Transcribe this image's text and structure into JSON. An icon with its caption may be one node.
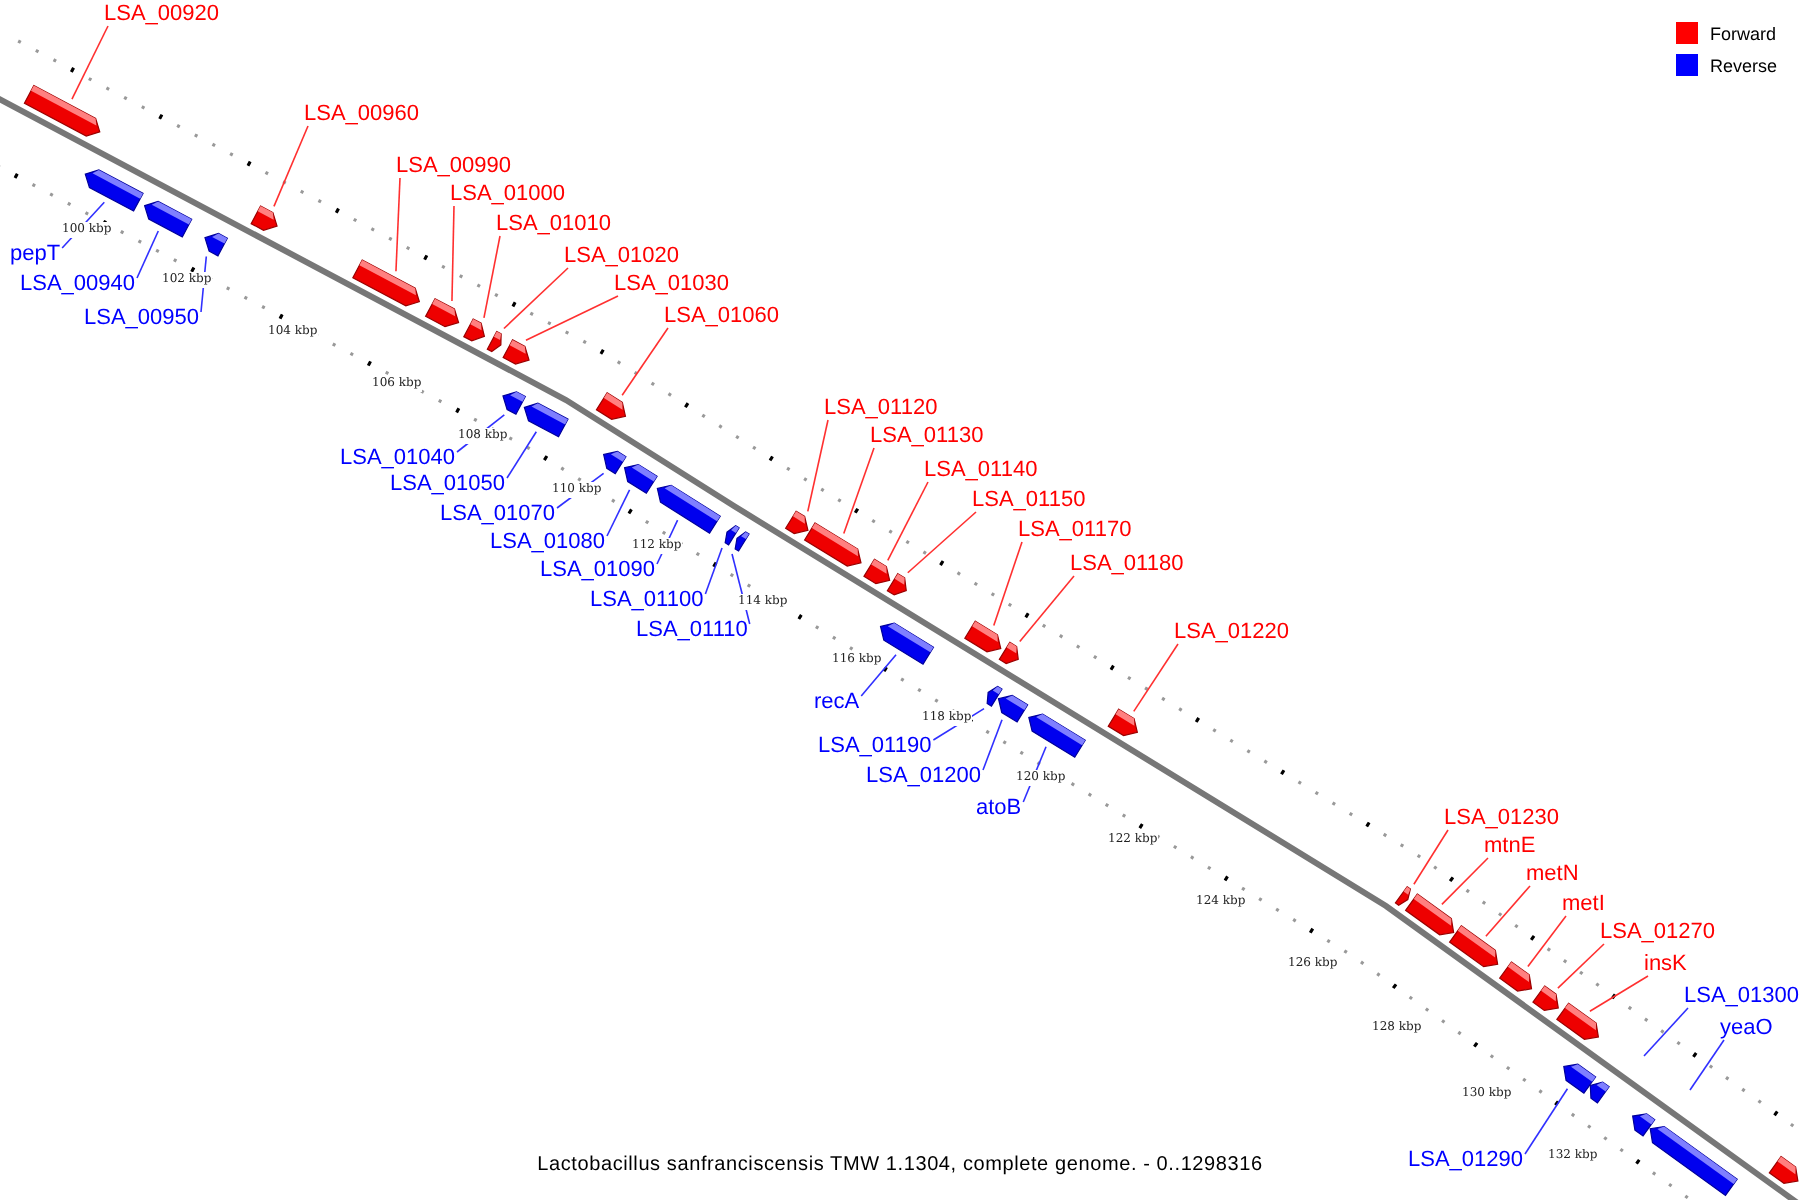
{
  "diagram": {
    "caption": "Lactobacillus sanfranciscensis TMW 1.1304, complete genome. - 0..1298316",
    "nodes": [
      {
        "text": [],
        "shape": "bar"
      },
      {
        "text": [],
        "shape": "bar"
      },
      {
        "text": [],
        "shape": "bar"
      },
      {
        "text": [],
        "shape": "bar"
      },
      {
        "text": [],
        "shape": "bar"
      },
      {
        "text": [],
        "shape": "bar"
      },
      {
        "text": [],
        "shape": "bar"
      },
      {
        "text": [],
        "shape": "bar"
      },
      {
        "text": [],
        "shape": "bar"
      },
      {
        "text": [],
        "shape": "bar"
      },
      {
        "text": [],
        "shape": "bar"
      },
      {
        "text": [],
        "shape": "bar"
      },
      {
        "text": [],
        "shape": "bar"
      },
      {
        "text": [],
        "shape": "bar"
      },
      {
        "text": [],
        "shape": "bar"
      },
      {
        "text": [],
        "shape": "bar"
      },
      {
        "text": [],
        "shape": "bar"
      },
      {
        "text": [],
        "shape": "bar"
      },
      {
        "text": [],
        "shape": "bar"
      },
      {
        "text": [],
        "shape": "bar"
      },
      {
        "text": [],
        "shape": "bar"
      },
      {
        "text": [],
        "shape": "bar"
      },
      {
        "text": [],
        "shape": "bar"
      },
      {
        "text": [],
        "shape": "bar"
      },
      {
        "text": [],
        "shape": "bar"
      },
      {
        "text": [],
        "shape": "bar"
      },
      {
        "text": [],
        "shape": "bar"
      },
      {
        "text": [],
        "shape": "bar"
      },
      {
        "text": [],
        "shape": "bar"
      },
      {
        "text": [],
        "shape": "bar"
      },
      {
        "text": [],
        "shape": "bar"
      },
      {
        "text": [],
        "shape": "bar"
      },
      {
        "text": [],
        "shape": "bar"
      },
      {
        "text": [],
        "shape": "bar"
      },
      {
        "text": [],
        "shape": "bar"
      },
      {
        "text": [],
        "shape": "bar"
      },
      {
        "text": [],
        "shape": "bar"
      },
      {
        "text": [],
        "shape": "bar"
      },
      {
        "text": [],
        "shape": "bar"
      },
      {
        "text": [],
        "shape": "bar"
      },
      {
        "text": [
          "LSA_00920"
        ]
      },
      {
        "text": [
          "LSA_00960"
        ]
      },
      {
        "text": [
          "LSA_00990"
        ]
      },
      {
        "text": [
          "LSA_01000"
        ]
      },
      {
        "text": [
          "LSA_01010"
        ]
      },
      {
        "text": [
          "LSA_01020"
        ]
      },
      {
        "text": [
          "LSA_01030"
        ]
      },
      {
        "text": [
          "LSA_01060"
        ]
      },
      {
        "text": [
          "LSA_01120"
        ]
      },
      {
        "text": [
          "LSA_01130"
        ]
      },
      {
        "text": [
          "LSA_01140"
        ]
      },
      {
        "text": [
          "LSA_01150"
        ]
      },
      {
        "text": [
          "LSA_01170"
        ]
      },
      {
        "text": [
          "LSA_01180"
        ]
      },
      {
        "text": [
          "LSA_01220"
        ]
      },
      {
        "text": [
          "LSA_01230"
        ]
      },
      {
        "text": [
          "mtnE"
        ]
      },
      {
        "text": [
          "metN"
        ]
      },
      {
        "text": [
          "metI"
        ]
      },
      {
        "text": [
          "LSA_01270"
        ]
      },
      {
        "text": [
          "insK"
        ]
      },
      {
        "text": [
          "LSA_01300"
        ]
      },
      {
        "text": [
          "yeaO"
        ]
      },
      {
        "text": [
          "pepT"
        ]
      },
      {
        "text": [
          "LSA_00940"
        ]
      },
      {
        "text": [
          "LSA_00950"
        ]
      },
      {
        "text": [
          "LSA_01040"
        ]
      },
      {
        "text": [
          "LSA_01050"
        ]
      },
      {
        "text": [
          "LSA_01070"
        ]
      },
      {
        "text": [
          "LSA_01080"
        ]
      },
      {
        "text": [
          "LSA_01090"
        ]
      },
      {
        "text": [
          "LSA_01100"
        ]
      },
      {
        "text": [
          "LSA_01110"
        ]
      },
      {
        "text": [
          "recA"
        ]
      },
      {
        "text": [
          "LSA_01190"
        ]
      },
      {
        "text": [
          "LSA_01200"
        ]
      },
      {
        "text": [
          "atoB"
        ]
      },
      {
        "text": [
          "LSA_01290"
        ]
      }
    ],
    "edges": [
      {
        "from": 40,
        "to": 0,
        "arrow": "none"
      },
      {
        "from": 41,
        "to": 1,
        "arrow": "none"
      },
      {
        "from": 42,
        "to": 2,
        "arrow": "none"
      },
      {
        "from": 43,
        "to": 3,
        "arrow": "none"
      },
      {
        "from": 44,
        "to": 4,
        "arrow": "none"
      },
      {
        "from": 45,
        "to": 5,
        "arrow": "none"
      },
      {
        "from": 46,
        "to": 6,
        "arrow": "none"
      },
      {
        "from": 47,
        "to": 7,
        "arrow": "none"
      },
      {
        "from": 48,
        "to": 8,
        "arrow": "none"
      },
      {
        "from": 49,
        "to": 9,
        "arrow": "none"
      },
      {
        "from": 50,
        "to": 10,
        "arrow": "none"
      },
      {
        "from": 51,
        "to": 11,
        "arrow": "none"
      },
      {
        "from": 52,
        "to": 12,
        "arrow": "none"
      },
      {
        "from": 53,
        "to": 13,
        "arrow": "none"
      },
      {
        "from": 54,
        "to": 14,
        "arrow": "none"
      },
      {
        "from": 55,
        "to": 15,
        "arrow": "none"
      },
      {
        "from": 56,
        "to": 16,
        "arrow": "none"
      },
      {
        "from": 57,
        "to": 17,
        "arrow": "none"
      },
      {
        "from": 58,
        "to": 18,
        "arrow": "none"
      },
      {
        "from": 59,
        "to": 19,
        "arrow": "none"
      },
      {
        "from": 60,
        "to": 20,
        "arrow": "none"
      },
      {
        "from": 61,
        "to": null,
        "arrow": "none",
        "color": "#3030ff"
      },
      {
        "from": 62,
        "to": null,
        "arrow": "none",
        "color": "#3030ff"
      },
      {
        "from": 63,
        "to": 22,
        "arrow": "none",
        "color": "#3030ff"
      },
      {
        "from": 64,
        "to": 23,
        "arrow": "none",
        "color": "#3030ff"
      },
      {
        "from": 65,
        "to": 24,
        "arrow": "none",
        "color": "#3030ff"
      },
      {
        "from": 66,
        "to": 25,
        "arrow": "none",
        "color": "#3030ff"
      },
      {
        "from": 67,
        "to": 26,
        "arrow": "none",
        "color": "#3030ff"
      },
      {
        "from": 68,
        "to": 27,
        "arrow": "none",
        "color": "#3030ff"
      },
      {
        "from": 69,
        "to": 28,
        "arrow": "none",
        "color": "#3030ff"
      },
      {
        "from": 70,
        "to": 29,
        "arrow": "none",
        "color": "#3030ff"
      },
      {
        "from": 71,
        "to": 30,
        "arrow": "none",
        "color": "#3030ff"
      },
      {
        "from": 72,
        "to": 31,
        "arrow": "none",
        "color": "#3030ff"
      },
      {
        "from": 73,
        "to": 32,
        "arrow": "none",
        "color": "#3030ff"
      },
      {
        "from": 74,
        "to": 33,
        "arrow": "none",
        "color": "#3030ff"
      },
      {
        "from": 75,
        "to": 34,
        "arrow": "none",
        "color": "#3030ff"
      },
      {
        "from": 76,
        "to": 35,
        "arrow": "none",
        "color": "#3030ff"
      },
      {
        "from": 77,
        "to": 36,
        "arrow": "none",
        "color": "#3030ff"
      }
    ],
    "labels": [
      "100 kbp",
      "102 kbp",
      "104 kbp",
      "106 kbp",
      "108 kbp",
      "110 kbp",
      "112 kbp",
      "114 kbp",
      "116 kbp",
      "118 kbp",
      "120 kbp",
      "122 kbp",
      "124 kbp",
      "126 kbp",
      "128 kbp",
      "130 kbp",
      "132 kbp"
    ],
    "legend": [
      {
        "text": "Forward",
        "color": "#ff0000"
      },
      {
        "text": "Reverse",
        "color": "#0000ff"
      }
    ]
  }
}
